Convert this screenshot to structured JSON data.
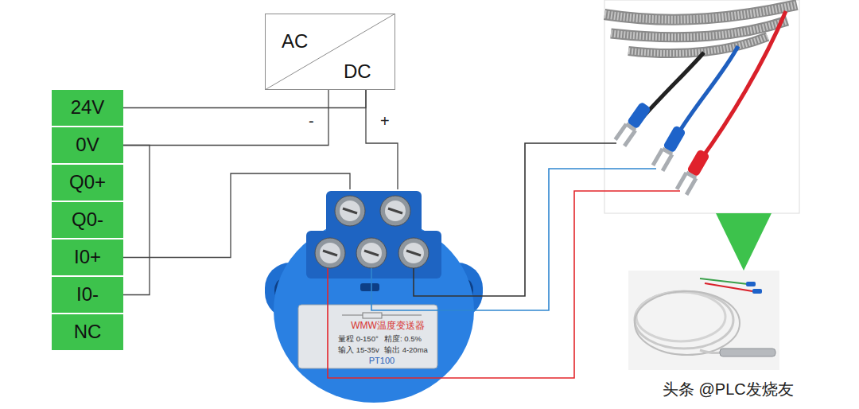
{
  "diagram": {
    "nodes": [
      {
        "text": [
          "AC",
          "DC"
        ]
      },
      {
        "text": [
          "24V"
        ]
      },
      {
        "text": [
          "0V"
        ]
      },
      {
        "text": [
          "Q0+"
        ]
      },
      {
        "text": [
          "Q0-"
        ]
      },
      {
        "text": [
          "I0+"
        ]
      },
      {
        "text": [
          "I0-"
        ]
      },
      {
        "text": [
          "NC"
        ]
      },
      {
        "text": [
          "WMW温度变送器",
          "量程 0-150°",
          "精度: 0.5%",
          "输入 15-35v",
          "输出 4-20ma",
          "PT100"
        ]
      }
    ],
    "edges": [
      {
        "from": 1,
        "to": 0,
        "arrow": "none"
      },
      {
        "from": 2,
        "to": 0,
        "arrow": "none"
      },
      {
        "from": 0,
        "to": 8,
        "arrow": "none"
      },
      {
        "from": 5,
        "to": 8,
        "arrow": "none"
      },
      {
        "from": 2,
        "to": 6,
        "arrow": "none"
      }
    ],
    "labels": [
      "-",
      "+",
      "头条 @PLC发烧友"
    ]
  }
}
